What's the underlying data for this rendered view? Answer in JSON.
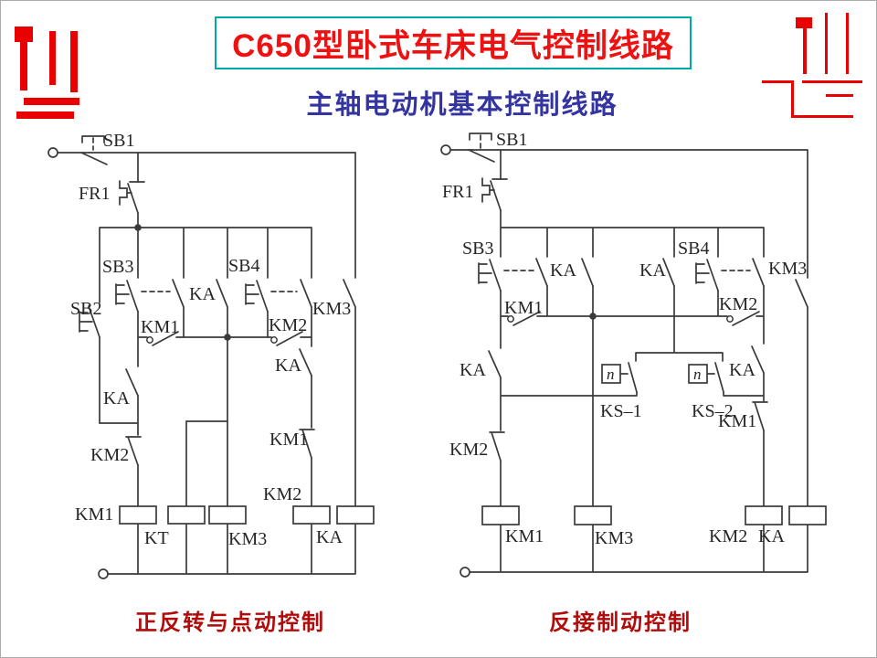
{
  "page": {
    "title": "C650型卧式车床电气控制线路",
    "subtitle": "主轴电动机基本控制线路"
  },
  "captions": {
    "left": "正反转与点动控制",
    "right": "反接制动控制"
  },
  "colors": {
    "title_red": "#ee1111",
    "box_teal": "#00aaaa",
    "subtitle_blue": "#3434a0",
    "caption_red": "#b00c0c",
    "line_dark": "#3a3a3a",
    "logo_red": "#e90000",
    "label_ink": "#262626"
  },
  "left_circuit": {
    "labels": {
      "sb1": "SB1",
      "fr1": "FR1",
      "sb2": "SB2",
      "sb3": "SB3",
      "ka_top": "KA",
      "sb4": "SB4",
      "km3_top": "KM3",
      "km1_hold": "KM1",
      "km2_hold": "KM2",
      "ka_mid": "KA",
      "km2_nc": "KM2",
      "ka_right": "KA",
      "km1_nc": "KM1",
      "km2_coil_tag": "KM2",
      "km1_coil": "KM1",
      "kt_coil": "KT",
      "km3_coil": "KM3",
      "ka_coil": "KA"
    }
  },
  "right_circuit": {
    "labels": {
      "sb1": "SB1",
      "fr1": "FR1",
      "sb3": "SB3",
      "ka_a": "KA",
      "ka_b": "KA",
      "sb4": "SB4",
      "km3_top": "KM3",
      "km1_hold": "KM1",
      "km2_hold": "KM2",
      "ka_left": "KA",
      "n1": "n",
      "n2": "n",
      "ks1": "KS–1",
      "ks2": "KS–2",
      "ka_right": "KA",
      "km1_nc": "KM1",
      "km2_nc": "KM2",
      "km1_coil": "KM1",
      "km3_coil": "KM3",
      "km2_coil": "KM2",
      "ka_coil": "KA"
    }
  }
}
